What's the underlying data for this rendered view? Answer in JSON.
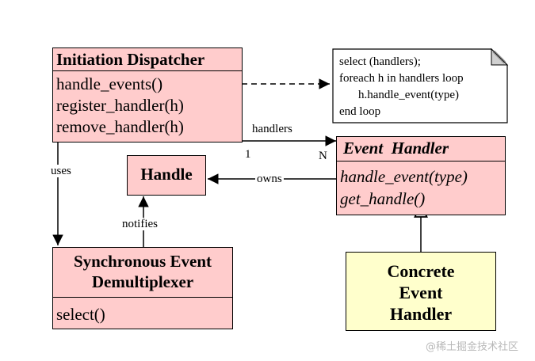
{
  "initiation_dispatcher": {
    "title": "Initiation Dispatcher",
    "methods": [
      "handle_events()",
      "register_handler(h)",
      "remove_handler(h)"
    ]
  },
  "handle": {
    "title": "Handle"
  },
  "sync_demux": {
    "title_line1": "Synchronous Event",
    "title_line2": "Demultiplexer",
    "methods": [
      "select()"
    ]
  },
  "event_handler": {
    "title": "Event  Handler",
    "methods": [
      "handle_event(type)",
      "get_handle()"
    ]
  },
  "concrete_handler": {
    "line1": "Concrete",
    "line2": "Event",
    "line3": "Handler"
  },
  "note": {
    "lines": [
      "select (handlers);",
      "foreach h in handlers loop",
      "h.handle_event(type)",
      "end loop"
    ]
  },
  "relations": {
    "handlers": "handlers",
    "mult_one": "1",
    "mult_n": "N",
    "uses": "uses",
    "owns": "owns",
    "notifies": "notifies"
  },
  "watermark": "@稀土掘金技术社区",
  "colors": {
    "class_fill": "#ffcccc",
    "concrete_fill": "#ffffcc",
    "note_fill": "#ffffff"
  }
}
